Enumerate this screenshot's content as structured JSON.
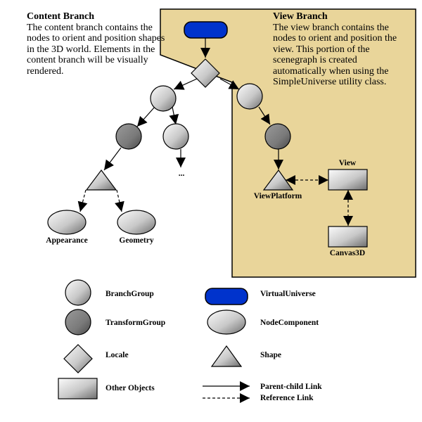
{
  "content_branch": {
    "title": "Content Branch",
    "text": "The content branch contains the nodes to orient and position shapes in the 3D world. Elements in the content branch will be visually rendered."
  },
  "view_branch": {
    "title": "View Branch",
    "text": "The view branch contains the nodes to orient and position the view. This portion of the scenegraph is created automatically when using the SimpleUniverse utility class."
  },
  "nodes": {
    "appearance": "Appearance",
    "geometry": "Geometry",
    "ellipsis": "...",
    "view_platform": "ViewPlatform",
    "view": "View",
    "canvas3d": "Canvas3D"
  },
  "legend": {
    "branch_group": "BranchGroup",
    "transform_group": "TransformGroup",
    "locale": "Locale",
    "other_objects": "Other Objects",
    "virtual_universe": "VirtualUniverse",
    "node_component": "NodeComponent",
    "shape": "Shape",
    "parent_child_link": "Parent-child Link",
    "reference_link": "Reference Link"
  },
  "colors": {
    "view_branch_bg": "#e9d59a",
    "virtual_universe": "#0033cc",
    "branch_group_light": "#f4f4f4",
    "transform_group": "#808080"
  }
}
